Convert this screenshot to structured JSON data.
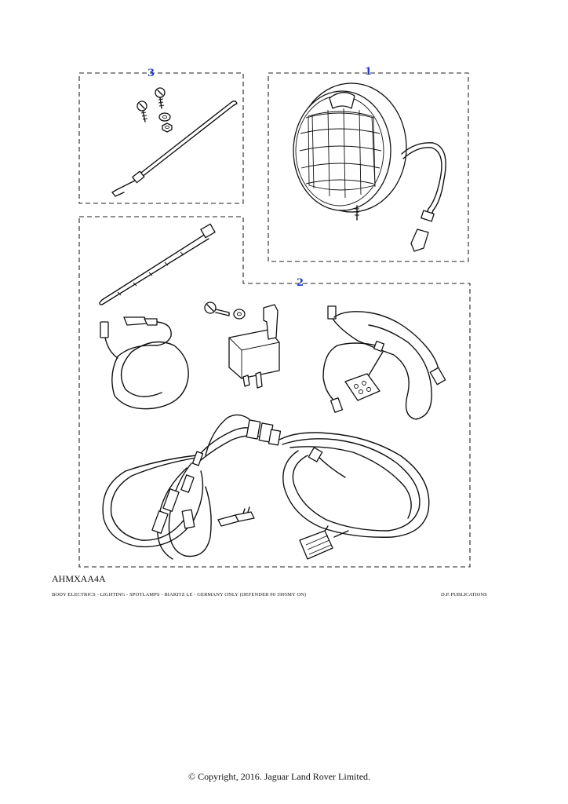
{
  "diagram": {
    "callouts": [
      {
        "id": "c3",
        "label": "3"
      },
      {
        "id": "c1",
        "label": "1"
      },
      {
        "id": "c2",
        "label": "2"
      }
    ],
    "reference_code": "AHMXAA4A",
    "caption": "BODY ELECTRICS - LIGHTING - SPOTLAMPS - BIARITZ LE - GERMANY ONLY (DEFENDER 90 1995MY ON)",
    "publisher": "D.P. PUBLICATIONS"
  },
  "footer": {
    "copyright": "© Copyright, 2016. Jaguar Land Rover Limited."
  }
}
